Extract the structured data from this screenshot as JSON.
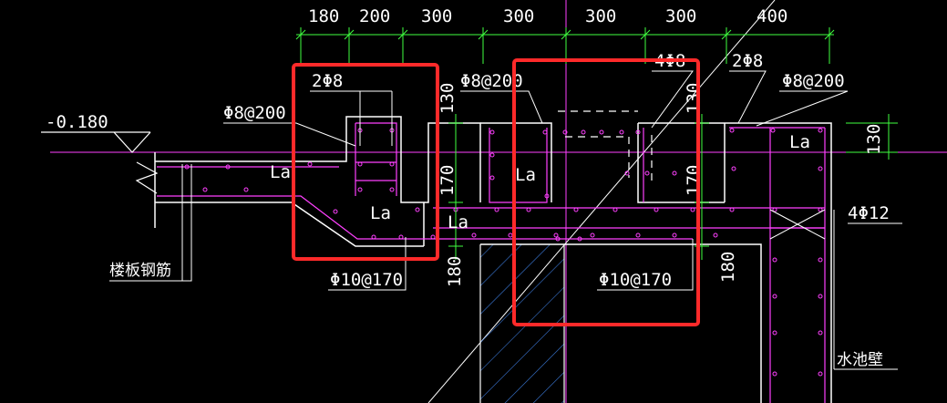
{
  "colors": {
    "background": "#000000",
    "dimension_line": "#3fff3f",
    "outline": "#ffffff",
    "rebar": "#ff40ff",
    "hatch": "#3a78d6",
    "highlight_box": "#ff2a2a",
    "text": "#ffffff"
  },
  "dimensions_top": [
    "180",
    "200",
    "300",
    "300",
    "300",
    "300",
    "400"
  ],
  "dimensions_vertical": [
    "130",
    "130",
    "130",
    "170",
    "170",
    "180",
    "180"
  ],
  "labels": {
    "elevation": "-0.180",
    "top_bar_left": "2Φ8",
    "stirrup_left": "Φ8@200",
    "slab_stirrup": "Φ8@200",
    "top_bar_middle": "4Φ8",
    "top_bar_right": "2Φ8",
    "stirrup_right": "Φ8@200",
    "anchor_1": "La",
    "anchor_2": "La",
    "anchor_3": "La",
    "anchor_4": "La",
    "anchor_5": "La",
    "bottom_bar_right": "4Φ12",
    "stirrup_bottom_left": "Φ10@170",
    "stirrup_bottom_middle": "Φ10@170",
    "slab_rebar": "楼板钢筋",
    "pool_wall": "水池壁"
  }
}
